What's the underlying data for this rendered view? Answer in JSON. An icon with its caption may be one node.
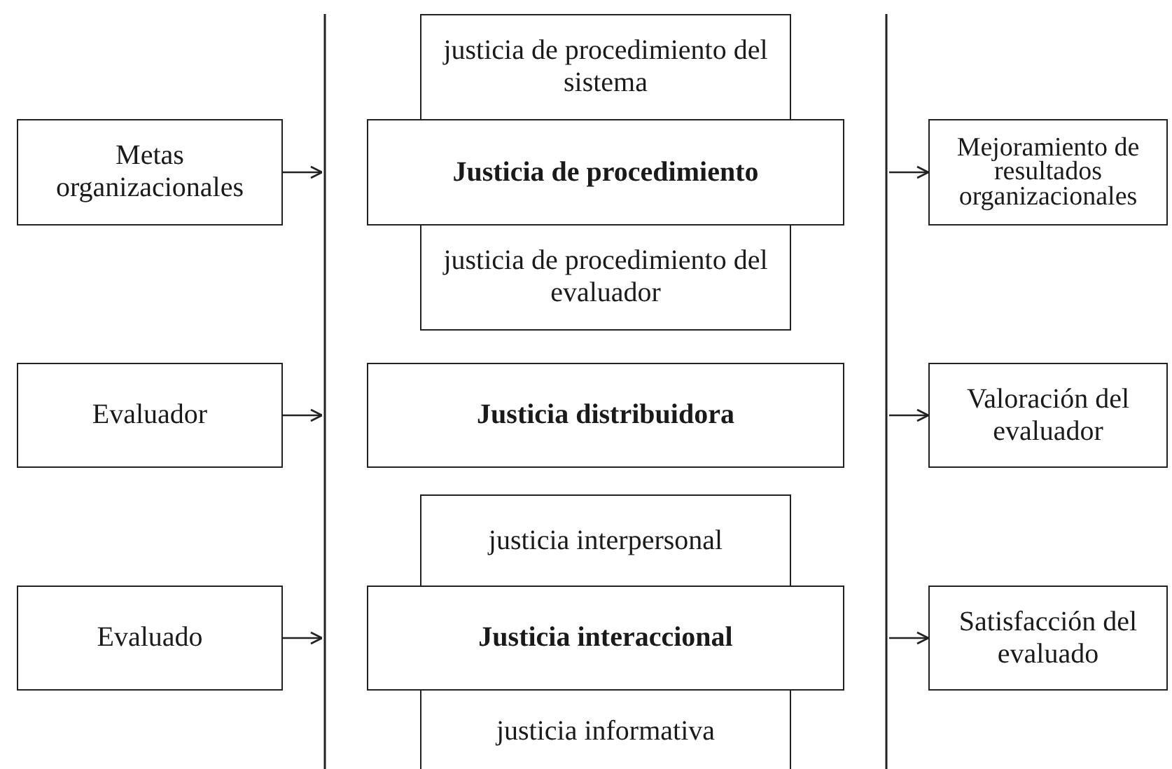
{
  "diagram": {
    "nodes": [
      {
        "text": [
          "Metas organizacionales"
        ]
      },
      {
        "text": [
          "Evaluador"
        ]
      },
      {
        "text": [
          "Evaluado"
        ]
      },
      {
        "text": [
          "justicia de procedimiento del sistema"
        ]
      },
      {
        "text": [
          "Justicia de procedimiento"
        ]
      },
      {
        "text": [
          "justicia de procedimiento del evaluador"
        ]
      },
      {
        "text": [
          "Justicia distribuidora"
        ]
      },
      {
        "text": [
          "justicia interpersonal"
        ]
      },
      {
        "text": [
          "Justicia interaccional"
        ]
      },
      {
        "text": [
          "justicia informativa"
        ]
      },
      {
        "text": [
          "Mejoramiento de resultados organizacionales"
        ]
      },
      {
        "text": [
          "Valoración del evaluador"
        ]
      },
      {
        "text": [
          "Satisfacción del evaluado"
        ]
      }
    ],
    "edges": [
      {
        "from": 0,
        "to": null,
        "arrow": "to"
      },
      {
        "from": 1,
        "to": null,
        "arrow": "to"
      },
      {
        "from": 2,
        "to": null,
        "arrow": "to"
      },
      {
        "from": null,
        "to": 10,
        "arrow": "to"
      },
      {
        "from": null,
        "to": 11,
        "arrow": "to"
      },
      {
        "from": null,
        "to": 12,
        "arrow": "to"
      }
    ]
  }
}
